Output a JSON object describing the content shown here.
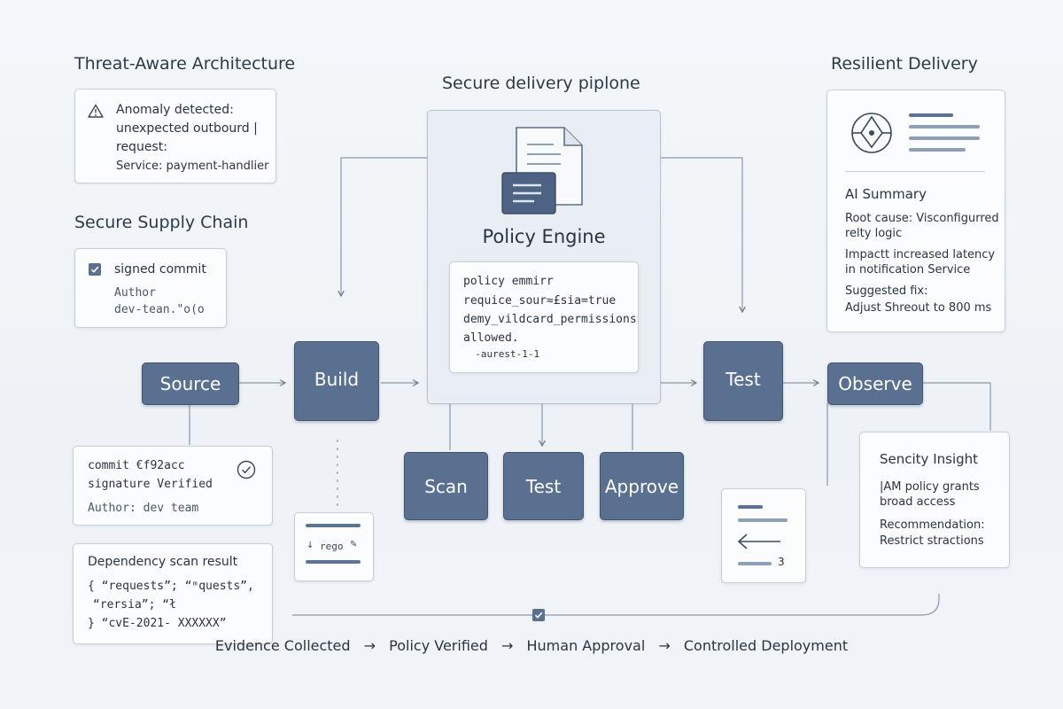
{
  "headings": {
    "threat": "Threat-Aware Architecture",
    "supply": "Secure Supply Chain",
    "pipeline": "Secure delivery piplone",
    "resilient": "Resilient Delivery"
  },
  "anomaly": {
    "line1": "Anomaly detected:",
    "line2": "unexpected outbourd |",
    "line3": "request:",
    "line4": "Service: payment-handlier"
  },
  "signed_commit": {
    "label": "signed commit",
    "author_label": "Author",
    "author": "dev-tean.\"o(o"
  },
  "stages": {
    "source": "Source",
    "build": "Build",
    "test": "Test",
    "observe": "Observe",
    "scan": "Scan",
    "test2": "Test",
    "approve": "Approve"
  },
  "policy_engine": {
    "title": "Policy Engine",
    "code": [
      "policy emmirr",
      "requice_sour≈£sia=true",
      "demy_vildcard_permissions",
      "allowed.",
      "  -aurest-1-1"
    ]
  },
  "commit_card": {
    "line1": "commit €f92acc",
    "line2": "signature Verified",
    "line3": "Author: dev team"
  },
  "dependency": {
    "title": "Dependency scan result",
    "line1": "{ “requests”; “ᵐquests”,",
    "line2": "“rersia”; “ł",
    "line3": "} “cvE-2021- XXXXXX”"
  },
  "rego": {
    "label": "rego"
  },
  "ai_summary": {
    "title": "AI Summary",
    "rc1": "Root cause: Visconfigurred",
    "rc2": "relty logic",
    "im1": "Impactt increased latency",
    "im2": "in notification Service",
    "fx1": "Suggested fix:",
    "fx2": "Adjust Shreout to 800 ms"
  },
  "insight": {
    "title": "Sencity Insight",
    "l1": "|AM policy grants",
    "l2": "broad access",
    "l3": "Recommendation:",
    "l4": "Restrict stractions"
  },
  "rollback": {
    "count": "3"
  },
  "flow": {
    "step1": "Evidence Collected",
    "step2": "Policy Verified",
    "step3": "Human Approval",
    "step4": "Controlled Deployment",
    "arrow": "→"
  },
  "colors": {
    "stage_fill": "#5a7091",
    "card_border": "#c7cfd9",
    "line": "#8a98aa"
  },
  "icons": [
    "warning-icon",
    "checkbox-icon",
    "check-circle-icon",
    "document-icon",
    "network-icon",
    "arrow-left-icon"
  ]
}
